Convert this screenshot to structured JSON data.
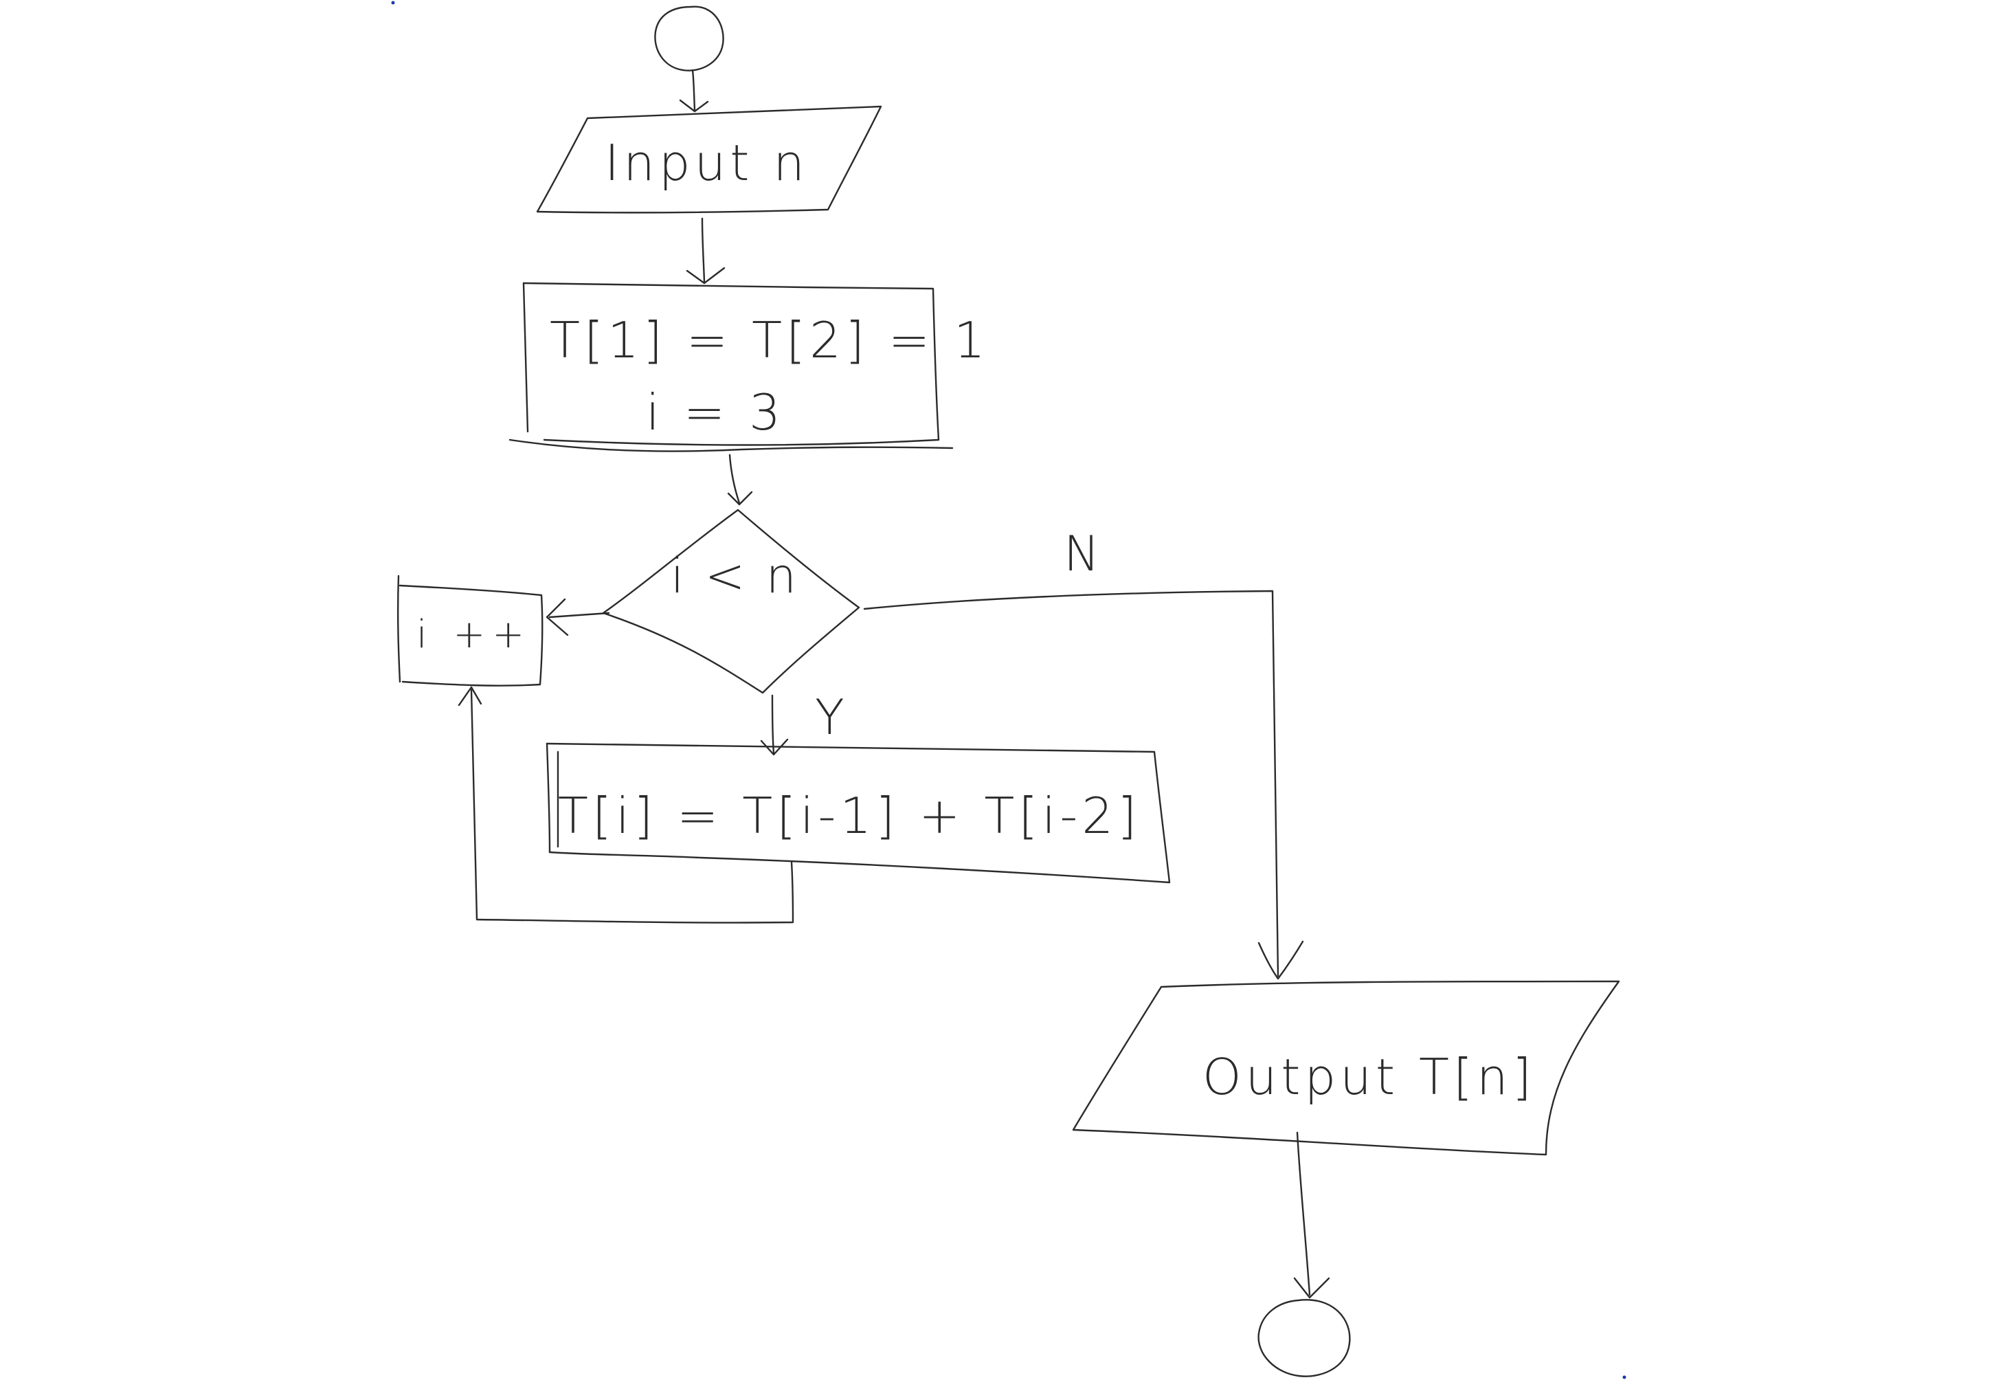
{
  "flowchart": {
    "input": {
      "text": "Input n"
    },
    "init": {
      "line1": "T[1] = T[2] = 1",
      "line2": "i = 3"
    },
    "decision": {
      "text": "i < n"
    },
    "increment": {
      "text": "i ++"
    },
    "compute": {
      "text": "T[i] = T[i-1] + T[i-2]"
    },
    "output": {
      "text": "Output T[n]"
    },
    "edge_labels": {
      "yes": "Y",
      "no": "N"
    }
  }
}
